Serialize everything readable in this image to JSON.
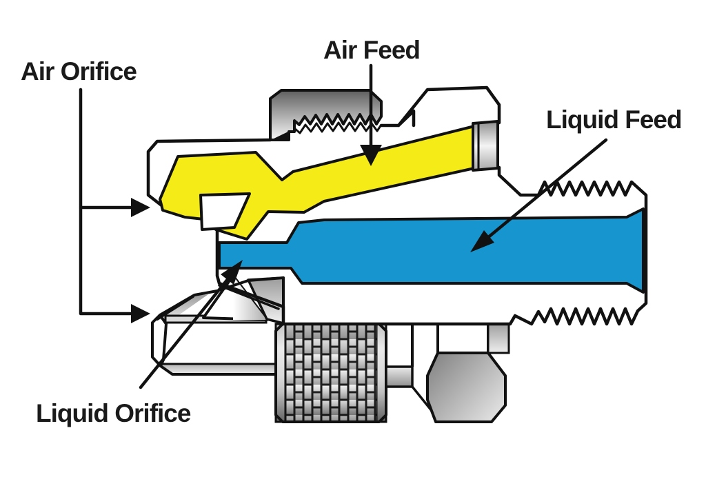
{
  "diagram": {
    "type": "nozzle-cross-section",
    "labels": {
      "air_orifice": "Air Orifice",
      "air_feed": "Air Feed",
      "liquid_feed": "Liquid Feed",
      "liquid_orifice": "Liquid Orifice"
    },
    "colors": {
      "air_channel": "#F5EB16",
      "liquid_channel": "#1795CE",
      "outline": "#111111",
      "label_text": "#1A1A1A",
      "metal_dark": "#646464",
      "metal_light": "#F5F5F5"
    }
  }
}
